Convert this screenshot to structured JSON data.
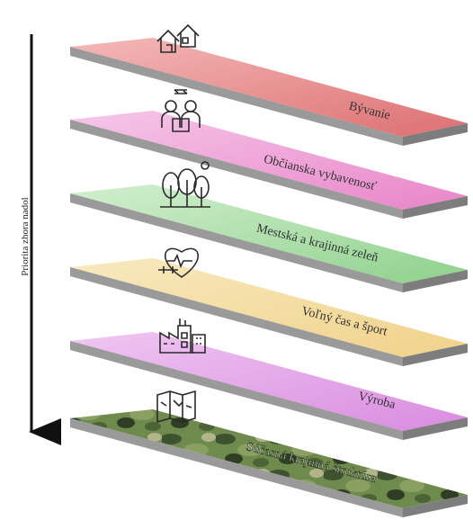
{
  "axis_label": "Priorita zhora nadol",
  "layers": [
    {
      "label": "Bývanie",
      "icon": "houses-icon",
      "color_top": "#dd6f72",
      "color_bottom": "#f4b9b8"
    },
    {
      "label": "Občianska vybavenosť",
      "icon": "people-services-icon",
      "color_top": "#e885c8",
      "color_bottom": "#f6c7e9"
    },
    {
      "label": "Mestská a krajinná zeleň",
      "icon": "trees-icon",
      "color_top": "#8fd18c",
      "color_bottom": "#d2efcf"
    },
    {
      "label": "Voľný čas a šport",
      "icon": "heart-dumbbell-icon",
      "color_top": "#f0d28a",
      "color_bottom": "#f8e9bf"
    },
    {
      "label": "Výroba",
      "icon": "factory-icon",
      "color_top": "#d98cdf",
      "color_bottom": "#efc6f2"
    },
    {
      "label": "Súčasná krajinná štruktúra",
      "icon": "map-icon",
      "color_top": "#5e7a44",
      "color_bottom": "#8fa56a"
    }
  ]
}
